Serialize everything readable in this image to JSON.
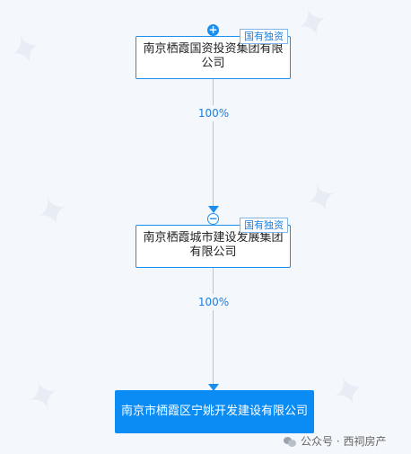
{
  "nodes": [
    {
      "name": "南京栖霞国资投资集团有限公司",
      "badge": "国有独资",
      "control": "+"
    },
    {
      "name": "南京栖霞城市建设发展集团有限公司",
      "badge": "国有独资",
      "control": "−"
    },
    {
      "name": "南京市栖霞区宁姚开发建设有限公司"
    }
  ],
  "edges": [
    {
      "percent": "100%"
    },
    {
      "percent": "100%"
    }
  ],
  "footer": {
    "channel": "公众号 · 西祠房产"
  },
  "colors": {
    "accent": "#1a8ff0",
    "target_fill": "#0b8cf5",
    "line": "#b6c4d4"
  }
}
